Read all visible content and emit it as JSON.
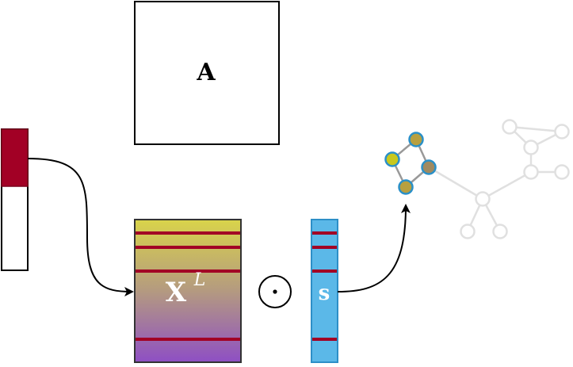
{
  "labels": {
    "adjacency": "A",
    "feature_matrix_base": "X",
    "feature_matrix_superscript": "L",
    "hadamard_operator": "⊙",
    "score_vector": "s"
  },
  "colors": {
    "selector_red": "#a20025",
    "stripe_red": "#a20025",
    "score_blue": "#5bb8e8",
    "score_blue_stroke": "#2d8fc7",
    "gradient_top": "#d9d44a",
    "gradient_mid": "#b49a80",
    "gradient_bottom": "#8e4fc4",
    "graph_gray": "#e0e0e0",
    "node_yellow": "#c8c81e",
    "node_olive": "#b8a040",
    "node_brown": "#a08a60",
    "node_stroke": "#2a90c8"
  },
  "icons": {
    "arrow": "curved-arrow-icon",
    "graph": "graph-network-icon"
  }
}
